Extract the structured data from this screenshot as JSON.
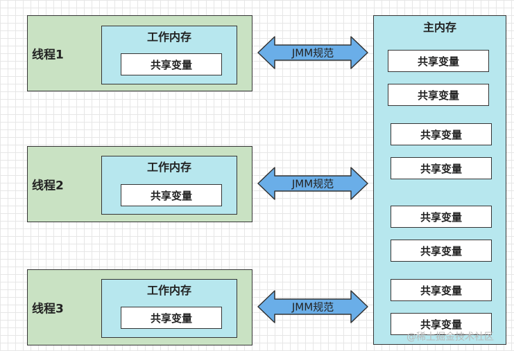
{
  "threads": [
    {
      "label": "线程1",
      "work_title": "工作内存",
      "var": "共享变量"
    },
    {
      "label": "线程2",
      "work_title": "工作内存",
      "var": "共享变量"
    },
    {
      "label": "线程3",
      "work_title": "工作内存",
      "var": "共享变量"
    }
  ],
  "arrows": [
    {
      "label": "JMM规范"
    },
    {
      "label": "JMM规范"
    },
    {
      "label": "JMM规范"
    }
  ],
  "main_memory": {
    "title": "主内存",
    "vars": [
      "共享变量",
      "共享变量",
      "共享变量",
      "共享变量",
      "共享变量",
      "共享变量",
      "共享变量",
      "共享变量"
    ]
  },
  "watermark": "@稀土掘金技术社区",
  "colors": {
    "thread_bg": "#c9e2c3",
    "memory_bg": "#b7e7ee",
    "arrow_fill": "#6aaee8"
  }
}
